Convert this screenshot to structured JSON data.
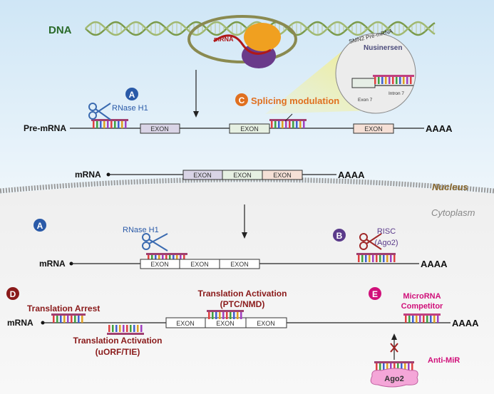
{
  "nucleus": {
    "dna_label": "DNA",
    "ribosome_mrna_label": "mRNA",
    "pre_mrna_label": "Pre-mRNA",
    "poly_a": "AAAA",
    "exon": "EXON",
    "mechanism_a_badge": "A",
    "rnase_label": "RNase H1",
    "mechanism_c_badge": "C",
    "splicing_label": "Splicing modulation",
    "inset": {
      "title": "SMN2 Pre-mRNA",
      "drug": "Nusinersen",
      "exon": "Exon 7",
      "intron": "Intron 7"
    },
    "mrna_label": "mRNA",
    "region_label": "Nucleus"
  },
  "cytoplasm": {
    "region_label": "Cytoplasm",
    "mechanism_a_badge": "A",
    "rnase_label": "RNase H1",
    "mechanism_b_badge": "B",
    "risc_label_1": "RISC",
    "risc_label_2": "(Ago2)",
    "mrna_label": "mRNA",
    "poly_a": "AAAA",
    "exon": "EXON",
    "mechanism_d_badge": "D",
    "translation_arrest": "Translation Arrest",
    "ptc_1": "Translation Activation",
    "ptc_2": "(PTC/NMD)",
    "uorf_1": "Translation Activation",
    "uorf_2": "(uORF/TIE)",
    "mechanism_e_badge": "E",
    "competitor_1": "MicroRNA",
    "competitor_2": "Competitor",
    "anti_mir": "Anti-MiR",
    "ago2": "Ago2"
  },
  "colors": {
    "a": "#2a5aa8",
    "b": "#5a3a8a",
    "c": "#e07020",
    "d": "#8a1a1a",
    "e": "#d0107a",
    "dna": "#2a6a2a"
  }
}
